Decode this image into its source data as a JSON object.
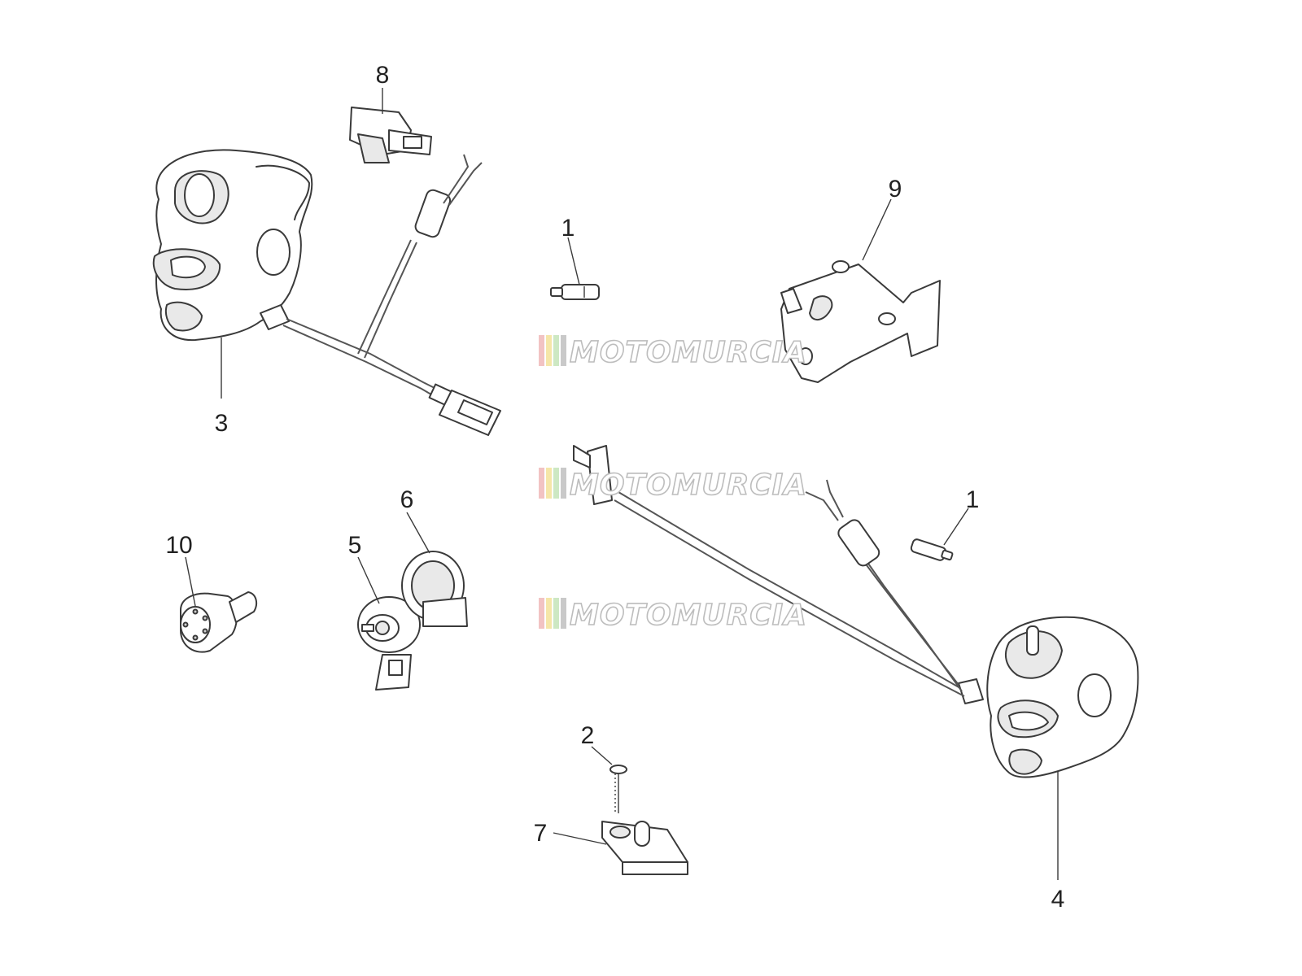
{
  "callouts": {
    "c1a": "1",
    "c1b": "1",
    "c2": "2",
    "c3": "3",
    "c4": "4",
    "c5": "5",
    "c6": "6",
    "c7": "7",
    "c8": "8",
    "c9": "9",
    "c10": "10"
  },
  "watermark": {
    "text": "MOTOMURCIA",
    "stripe_colors": [
      "#f2c3c3",
      "#f5e6a8",
      "#cde8c3",
      "#c9c9c9"
    ]
  },
  "colors": {
    "line": "#3a3a3a",
    "background": "#ffffff"
  }
}
